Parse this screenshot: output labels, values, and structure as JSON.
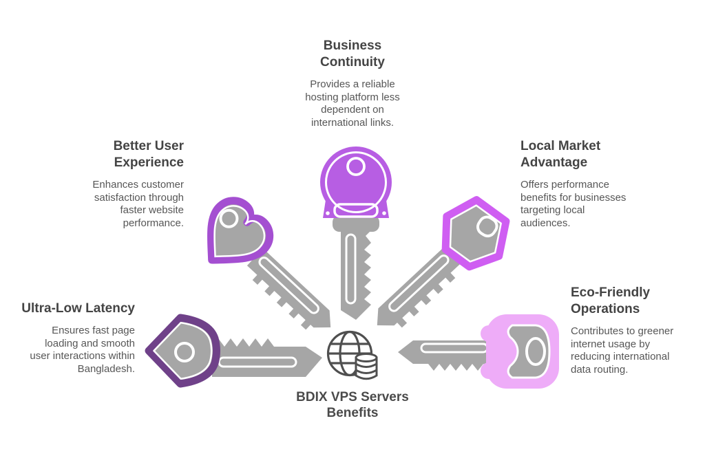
{
  "center": {
    "label": "BDIX VPS Servers\nBenefits",
    "icon": "globe-database-icon"
  },
  "benefits": [
    {
      "id": "business-continuity",
      "title": "Business\nContinuity",
      "description": "Provides a reliable\nhosting platform less\ndependent on\ninternational links.",
      "key_color": "#b75ee3",
      "key_shape": "round-head-key",
      "position": "top"
    },
    {
      "id": "better-user-experience",
      "title": "Better User\nExperience",
      "description": "Enhances customer\nsatisfaction through\nfaster website\nperformance.",
      "key_color": "#a44fd1",
      "key_shape": "heart-head-key",
      "position": "upper-left"
    },
    {
      "id": "local-market-advantage",
      "title": "Local Market\nAdvantage",
      "description": "Offers performance\nbenefits for businesses\ntargeting local\naudiences.",
      "key_color": "#cf5ef2",
      "key_shape": "hexagon-head-key",
      "position": "upper-right"
    },
    {
      "id": "ultra-low-latency",
      "title": "Ultra-Low Latency",
      "description": "Ensures fast page\nloading and smooth\nuser interactions within\nBangladesh.",
      "key_color": "#6f4189",
      "key_shape": "diamond-head-key",
      "position": "left"
    },
    {
      "id": "eco-friendly-operations",
      "title": "Eco-Friendly\nOperations",
      "description": "Contributes to greener\ninternet usage by\nreducing international\ndata routing.",
      "key_color": "#eeacf8",
      "key_shape": "rounded-square-head-key",
      "position": "right"
    }
  ],
  "colors": {
    "key_gray": "#a6a6a6",
    "key_detail_white": "#ffffff",
    "icon_line": "#4f4f4f",
    "title_text": "#444444",
    "body_text": "#565656",
    "background": "#ffffff"
  }
}
